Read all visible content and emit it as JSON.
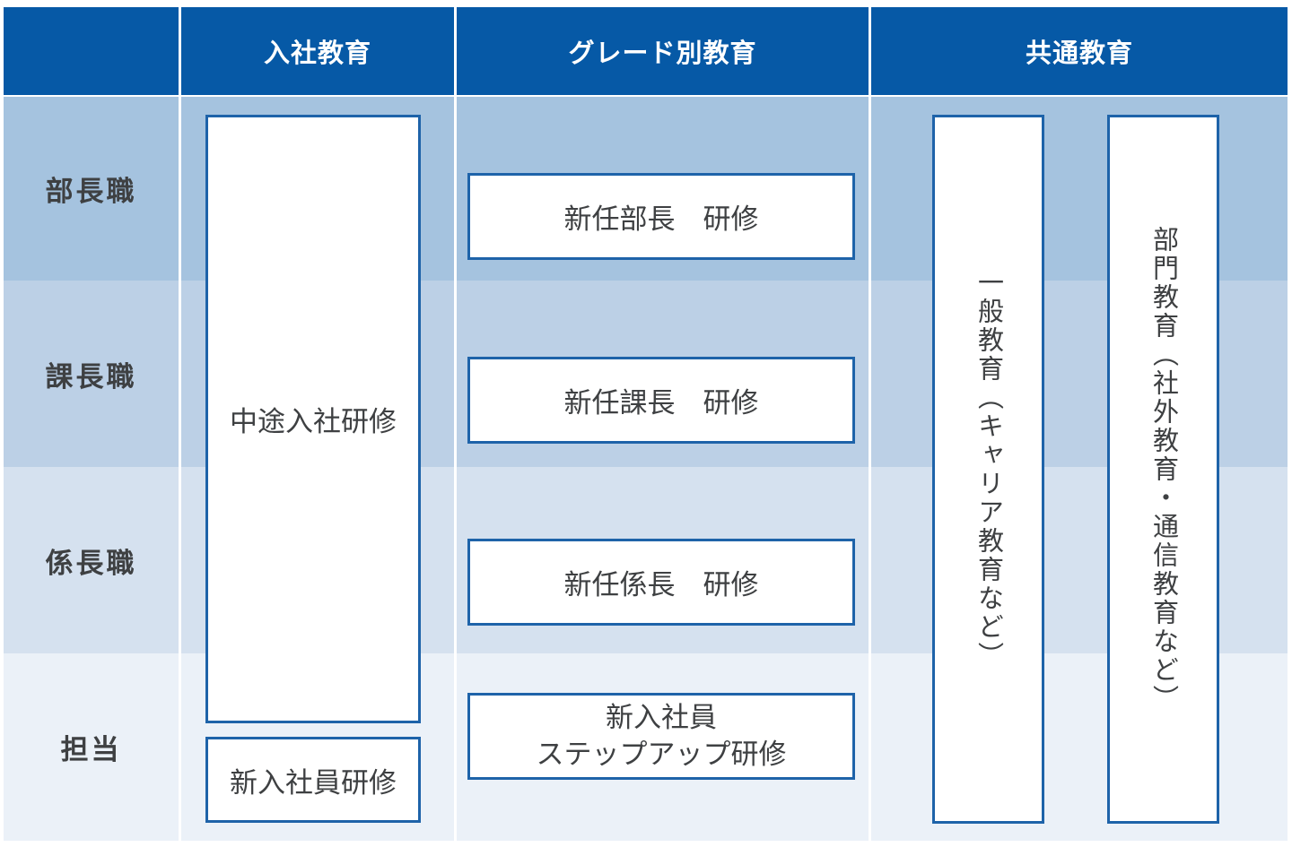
{
  "table": {
    "header": {
      "empty": "",
      "entry_education": "入社教育",
      "grade_education": "グレード別教育",
      "common_education": "共通教育"
    },
    "rows": [
      {
        "label": "部長職"
      },
      {
        "label": "課長職"
      },
      {
        "label": "係長職"
      },
      {
        "label": "担当"
      }
    ],
    "boxes": {
      "mid_career_training": "中途入社研修",
      "new_employee_training": "新入社員研修",
      "new_department_manager_training": "新任部長　研修",
      "new_section_manager_training": "新任課長　研修",
      "new_chief_training": "新任係長　研修",
      "stepup_training_line1": "新入社員",
      "stepup_training_line2": "ステップアップ研修",
      "general_education": "一般教育（キャリア教育など）",
      "department_education": "部門教育（社外教育・通信教育など）"
    },
    "colors": {
      "header_bg": "#0659A6",
      "header_text": "#FFFFFF",
      "row1_bg": "#A5C3DF",
      "row2_bg": "#BCD0E6",
      "row3_bg": "#D5E1EF",
      "row4_bg": "#EBF1F8",
      "box_border": "#1E63A9",
      "box_bg": "#FFFFFF",
      "text": "#3E4042",
      "divider": "#FFFFFF"
    }
  }
}
